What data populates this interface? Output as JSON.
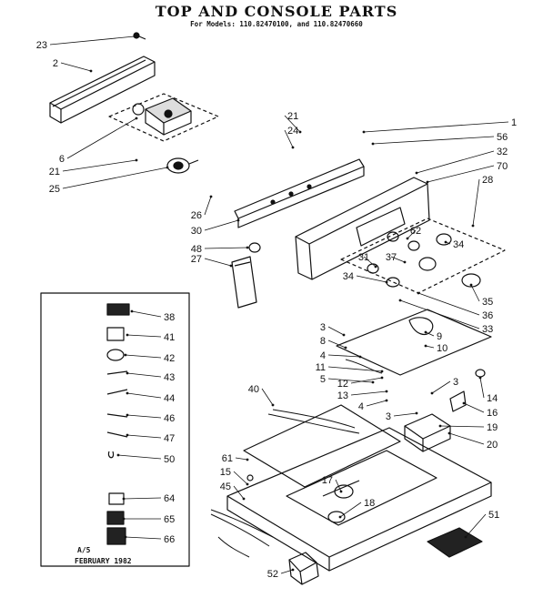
{
  "header": {
    "title": "TOP AND CONSOLE PARTS",
    "subtitle": "For Models: 110.82470100, and 110.82470660"
  },
  "footer": {
    "code": "A/5",
    "date": "FEBRUARY 1982"
  },
  "callouts": [
    "23",
    "2",
    "6",
    "21",
    "25",
    "26",
    "30",
    "48",
    "27",
    "21",
    "24",
    "1",
    "56",
    "32",
    "70",
    "28",
    "62",
    "34",
    "31",
    "37",
    "34",
    "35",
    "36",
    "33",
    "3",
    "8",
    "4",
    "11",
    "5",
    "40",
    "12",
    "13",
    "4",
    "9",
    "10",
    "3",
    "14",
    "16",
    "3",
    "19",
    "20",
    "61",
    "15",
    "45",
    "17",
    "18",
    "51",
    "52",
    "38",
    "41",
    "42",
    "43",
    "44",
    "46",
    "47",
    "50",
    "64",
    "65",
    "66"
  ],
  "colors": {
    "ink": "#111111",
    "paper": "#ffffff"
  }
}
